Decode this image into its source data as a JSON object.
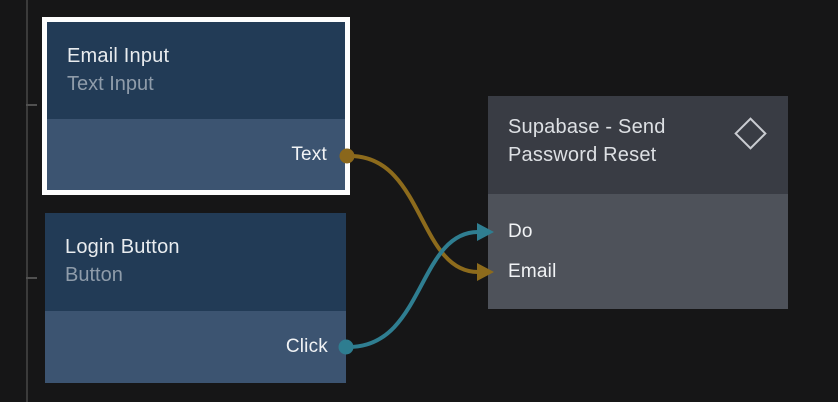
{
  "canvas": {
    "background": "#161617",
    "edge_line_color": "#3b3b3b"
  },
  "nodes": [
    {
      "id": "email-input",
      "title": "Email Input",
      "subtitle": "Text Input",
      "selected": true,
      "header_color": "#223b56",
      "body_color": "#3c5471",
      "outputs": [
        {
          "label": "Text",
          "dot_color": "#8a671c"
        }
      ]
    },
    {
      "id": "login-button",
      "title": "Login Button",
      "subtitle": "Button",
      "selected": false,
      "header_color": "#223b56",
      "body_color": "#3c5471",
      "outputs": [
        {
          "label": "Click",
          "dot_color": "#2e7d90"
        }
      ]
    },
    {
      "id": "supabase-send-password-reset",
      "title": "Supabase - Send Password Reset",
      "selected": false,
      "header_color": "#393c44",
      "body_color": "#4e525a",
      "icon": "diamond-icon",
      "inputs": [
        {
          "label": "Do"
        },
        {
          "label": "Email"
        }
      ]
    }
  ],
  "connections": [
    {
      "from": "Email Input / Text",
      "to": "Supabase - Send Password Reset / Email",
      "color": "#8d6b1c"
    },
    {
      "from": "Login Button / Click",
      "to": "Supabase - Send Password Reset / Do",
      "color": "#2f7e91"
    }
  ]
}
